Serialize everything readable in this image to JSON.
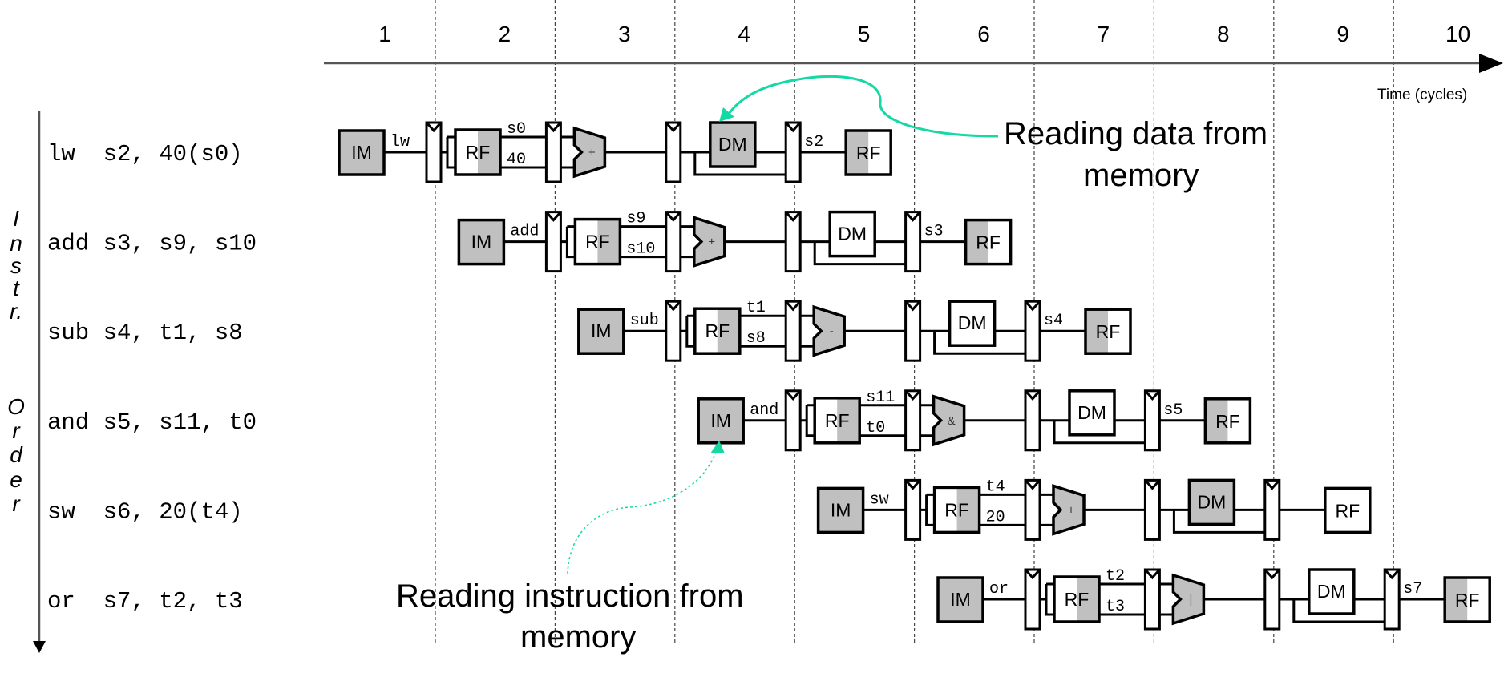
{
  "title": "Pipelined execution of RISC-V instructions",
  "time_axis": {
    "label": "Time (cycles)",
    "cycles": [
      "1",
      "2",
      "3",
      "4",
      "5",
      "6",
      "7",
      "8",
      "9",
      "10"
    ]
  },
  "order_axis": {
    "label_letters": [
      "I",
      "n",
      "s",
      "t",
      "r.",
      "O",
      "r",
      "d",
      "e",
      "r"
    ]
  },
  "colors": {
    "active_fill": "#c0c0c0",
    "idle_fill": "#ffffff",
    "stroke": "#000000",
    "accent": "#14d9a4"
  },
  "stage_names": [
    "IM",
    "RF",
    "ALU",
    "DM",
    "RF"
  ],
  "instructions": [
    {
      "text": "lw  s2, 40(s0)",
      "op": "lw",
      "src1": "s0",
      "src2": "40",
      "alu_op": "+",
      "dest": "s2",
      "dm_active": true,
      "wb_active": true
    },
    {
      "text": "add s3, s9, s10",
      "op": "add",
      "src1": "s9",
      "src2": "s10",
      "alu_op": "+",
      "dest": "s3",
      "dm_active": false,
      "wb_active": true
    },
    {
      "text": "sub s4, t1, s8",
      "op": "sub",
      "src1": "t1",
      "src2": "s8",
      "alu_op": "-",
      "dest": "s4",
      "dm_active": false,
      "wb_active": true
    },
    {
      "text": "and s5, s11, t0",
      "op": "and",
      "src1": "s11",
      "src2": "t0",
      "alu_op": "&",
      "dest": "s5",
      "dm_active": false,
      "wb_active": true
    },
    {
      "text": "sw  s6, 20(t4)",
      "op": "sw",
      "src1": "t4",
      "src2": "20",
      "alu_op": "+",
      "dest": "",
      "dm_active": true,
      "wb_active": false
    },
    {
      "text": "or  s7, t2, t3",
      "op": "or",
      "src1": "t2",
      "src2": "t3",
      "alu_op": "|",
      "dest": "s7",
      "dm_active": false,
      "wb_active": true
    }
  ],
  "annotations": {
    "data_memory": [
      "Reading data from",
      "memory"
    ],
    "instruction_memory": [
      "Reading instruction from",
      "memory"
    ]
  }
}
